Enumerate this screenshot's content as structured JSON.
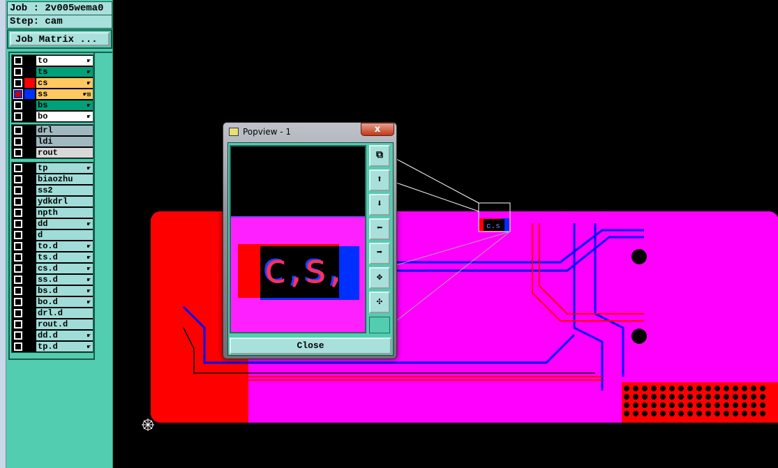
{
  "job_label": "Job : 2v005wema0",
  "step_label": "Step: cam",
  "job_matrix_button": "Job Matrix ...",
  "layers": [
    {
      "name": "to",
      "color": "#ffffff",
      "swatch": "#000000",
      "hand": true
    },
    {
      "name": "ts",
      "color": "#00a078",
      "swatch": "#000000",
      "hand": true
    },
    {
      "name": "cs",
      "color": "#ffc860",
      "swatch": "#ff0000",
      "hand": true
    },
    {
      "name": "ss",
      "color": "#ffc860",
      "swatch": "#0030ff",
      "hand": true,
      "selected": true,
      "extra": "⊞"
    },
    {
      "name": "bs",
      "color": "#00a078",
      "swatch": "#000000",
      "hand": true
    },
    {
      "name": "bo",
      "color": "#ffffff",
      "swatch": "#000000",
      "hand": true
    },
    {
      "name": "drl",
      "color": "#a0b8c0",
      "swatch": "#000000"
    },
    {
      "name": "ldi",
      "color": "#a0b8c0",
      "swatch": "#000000"
    },
    {
      "name": "rout",
      "color": "#d8d8d8",
      "swatch": "#000000"
    },
    {
      "name": "tp",
      "color": "#a0dcd8",
      "swatch": "#000000",
      "hand": true
    },
    {
      "name": "biaozhu",
      "color": "#a0dcd8",
      "swatch": "#000000"
    },
    {
      "name": "ss2",
      "color": "#a0dcd8",
      "swatch": "#000000"
    },
    {
      "name": "ydkdrl",
      "color": "#a0dcd8",
      "swatch": "#000000"
    },
    {
      "name": "npth",
      "color": "#a0dcd8",
      "swatch": "#000000"
    },
    {
      "name": "dd",
      "color": "#a0dcd8",
      "swatch": "#000000",
      "hand": true
    },
    {
      "name": "d",
      "color": "#a0dcd8",
      "swatch": "#000000"
    },
    {
      "name": "to.d",
      "color": "#a0dcd8",
      "swatch": "#000000",
      "hand": true
    },
    {
      "name": "ts.d",
      "color": "#a0dcd8",
      "swatch": "#000000",
      "hand": true
    },
    {
      "name": "cs.d",
      "color": "#a0dcd8",
      "swatch": "#000000",
      "hand": true
    },
    {
      "name": "ss.d",
      "color": "#a0dcd8",
      "swatch": "#000000",
      "hand": true
    },
    {
      "name": "bs.d",
      "color": "#a0dcd8",
      "swatch": "#000000",
      "hand": true
    },
    {
      "name": "bo.d",
      "color": "#a0dcd8",
      "swatch": "#000000",
      "hand": true
    },
    {
      "name": "drl.d",
      "color": "#a0dcd8",
      "swatch": "#000000"
    },
    {
      "name": "rout.d",
      "color": "#a0dcd8",
      "swatch": "#000000"
    },
    {
      "name": "dd.d",
      "color": "#a0dcd8",
      "swatch": "#000000",
      "hand": true
    },
    {
      "name": "tp.d",
      "color": "#a0dcd8",
      "swatch": "#000000",
      "hand": true
    }
  ],
  "popview": {
    "title": "Popview - 1",
    "close_x": "x",
    "close_label": "Close",
    "zoomed_text": "c,s,",
    "tools": [
      "zoom-window-icon",
      "pan-up-icon",
      "pan-down-icon",
      "pan-left-icon",
      "pan-right-icon",
      "zoom-in-icon",
      "zoom-out-icon"
    ],
    "tool_glyphs": [
      "⧉",
      "⬆",
      "⬇",
      "⬅",
      "➡",
      "✥",
      "✣"
    ]
  },
  "board_label": "c.s"
}
